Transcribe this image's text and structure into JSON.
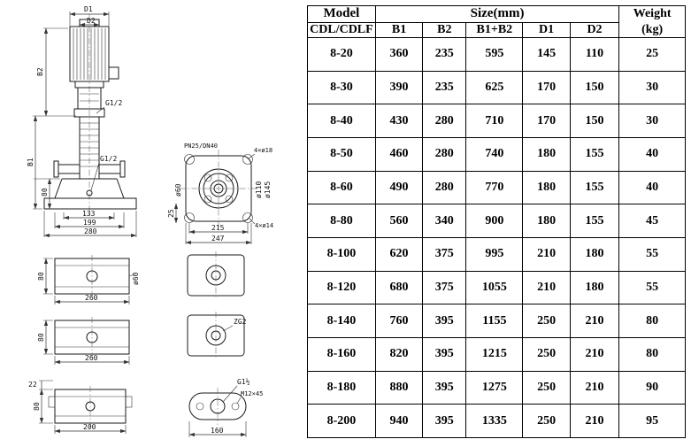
{
  "table": {
    "header": {
      "model": "Model",
      "model_sub": "CDL/CDLF",
      "size": "Size(mm)",
      "weight": "Weight",
      "weight_unit": "(kg)",
      "cols": [
        "B1",
        "B2",
        "B1+B2",
        "D1",
        "D2"
      ]
    },
    "rows": [
      {
        "model": "8-20",
        "b1": "360",
        "b2": "235",
        "b1b2": "595",
        "d1": "145",
        "d2": "110",
        "weight": "25"
      },
      {
        "model": "8-30",
        "b1": "390",
        "b2": "235",
        "b1b2": "625",
        "d1": "170",
        "d2": "150",
        "weight": "30"
      },
      {
        "model": "8-40",
        "b1": "430",
        "b2": "280",
        "b1b2": "710",
        "d1": "170",
        "d2": "150",
        "weight": "30"
      },
      {
        "model": "8-50",
        "b1": "460",
        "b2": "280",
        "b1b2": "740",
        "d1": "180",
        "d2": "155",
        "weight": "40"
      },
      {
        "model": "8-60",
        "b1": "490",
        "b2": "280",
        "b1b2": "770",
        "d1": "180",
        "d2": "155",
        "weight": "40"
      },
      {
        "model": "8-80",
        "b1": "560",
        "b2": "340",
        "b1b2": "900",
        "d1": "180",
        "d2": "155",
        "weight": "45"
      },
      {
        "model": "8-100",
        "b1": "620",
        "b2": "375",
        "b1b2": "995",
        "d1": "210",
        "d2": "180",
        "weight": "55"
      },
      {
        "model": "8-120",
        "b1": "680",
        "b2": "375",
        "b1b2": "1055",
        "d1": "210",
        "d2": "180",
        "weight": "55"
      },
      {
        "model": "8-140",
        "b1": "760",
        "b2": "395",
        "b1b2": "1155",
        "d1": "250",
        "d2": "210",
        "weight": "80"
      },
      {
        "model": "8-160",
        "b1": "820",
        "b2": "395",
        "b1b2": "1215",
        "d1": "250",
        "d2": "210",
        "weight": "80"
      },
      {
        "model": "8-180",
        "b1": "880",
        "b2": "395",
        "b1b2": "1275",
        "d1": "250",
        "d2": "210",
        "weight": "90"
      },
      {
        "model": "8-200",
        "b1": "940",
        "b2": "395",
        "b1b2": "1335",
        "d1": "250",
        "d2": "210",
        "weight": "95"
      }
    ]
  },
  "drawing": {
    "side_view": {
      "d1": "D1",
      "d2": "D2",
      "b2": "B2",
      "b1": "B1",
      "h80": "80",
      "g12_upper": "G1/2",
      "g12_lower": "G1/2",
      "dim133": "133",
      "dim199": "199",
      "dim280": "280"
    },
    "flange_view": {
      "pn": "PN25/DN40",
      "bolts_top": "4×ø18",
      "d60": "ø60",
      "d110": "ø110",
      "d145": "ø145",
      "dim25": "25",
      "dim215": "215",
      "dim247": "247",
      "bolts_bottom": "4×ø14"
    },
    "base_view_1": {
      "dim80": "80",
      "dim260": "260",
      "d60": "ø60"
    },
    "base_view_2": {
      "dim80": "80",
      "dim260": "260",
      "thread": "ZG2"
    },
    "base_view_3": {
      "dim22": "22",
      "dim80": "80",
      "dim200": "200",
      "dim160": "160",
      "thread": "G1½",
      "bolt": "M12×45"
    }
  }
}
